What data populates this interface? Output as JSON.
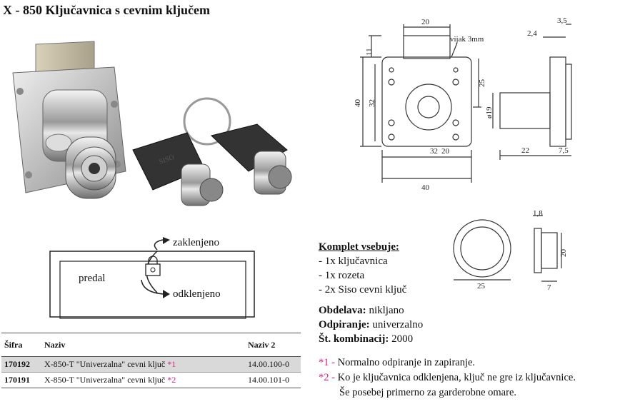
{
  "title": "X - 850 Ključavnica s cevnim ključem",
  "photo": {
    "key_text": "SISO"
  },
  "drawing": {
    "labels": {
      "screw": "vijak 3mm"
    },
    "dims": {
      "top_width": "20",
      "top_height": "11",
      "height_total": "40",
      "height_inner": "32",
      "right_25": "25",
      "bottom_32": "32",
      "bottom_20": "20",
      "width_total": "40",
      "side_24": "2,4",
      "side_35": "3,5",
      "side_d19": "ø19",
      "side_22": "22",
      "side_75": "7,5",
      "ros_18": "1,8",
      "ros_25": "25",
      "ros_20": "20",
      "ros_7": "7"
    }
  },
  "diagram": {
    "locked": "zaklenjeno",
    "drawer": "predal",
    "unlocked": "odklenjeno"
  },
  "kit": {
    "heading": "Komplet vsebuje:",
    "items": [
      "- 1x ključavnica",
      "- 1x rozeta",
      "- 2x Siso cevni ključ"
    ]
  },
  "specs": [
    {
      "label": "Obdelava:",
      "value": " nikljano"
    },
    {
      "label": "Odpiranje:",
      "value": " univerzalno"
    },
    {
      "label": "Št. kombinacij:",
      "value": " 2000"
    }
  ],
  "notes": [
    {
      "mark": "*1 -",
      "text": " Normalno odpiranje in zapiranje."
    },
    {
      "mark": "*2 -",
      "text": " Ko je ključavnica odklenjena, ključ ne gre iz ključavnice."
    },
    {
      "mark": "",
      "text": "Še posebej primerno za garderobne omare."
    }
  ],
  "table": {
    "headers": [
      "Šifra",
      "Naziv",
      "Naziv 2"
    ],
    "rows": [
      {
        "code": "170192",
        "name": "X-850-T \"Univerzalna\" cevni ključ",
        "mark": "*1",
        "code2": "14.00.100-0"
      },
      {
        "code": "170191",
        "name": "X-850-T \"Univerzalna\" cevni ključ",
        "mark": "*2",
        "code2": "14.00.101-0"
      }
    ]
  },
  "colors": {
    "accent": "#d6217c",
    "table_stripe": "#d9d9d9"
  }
}
